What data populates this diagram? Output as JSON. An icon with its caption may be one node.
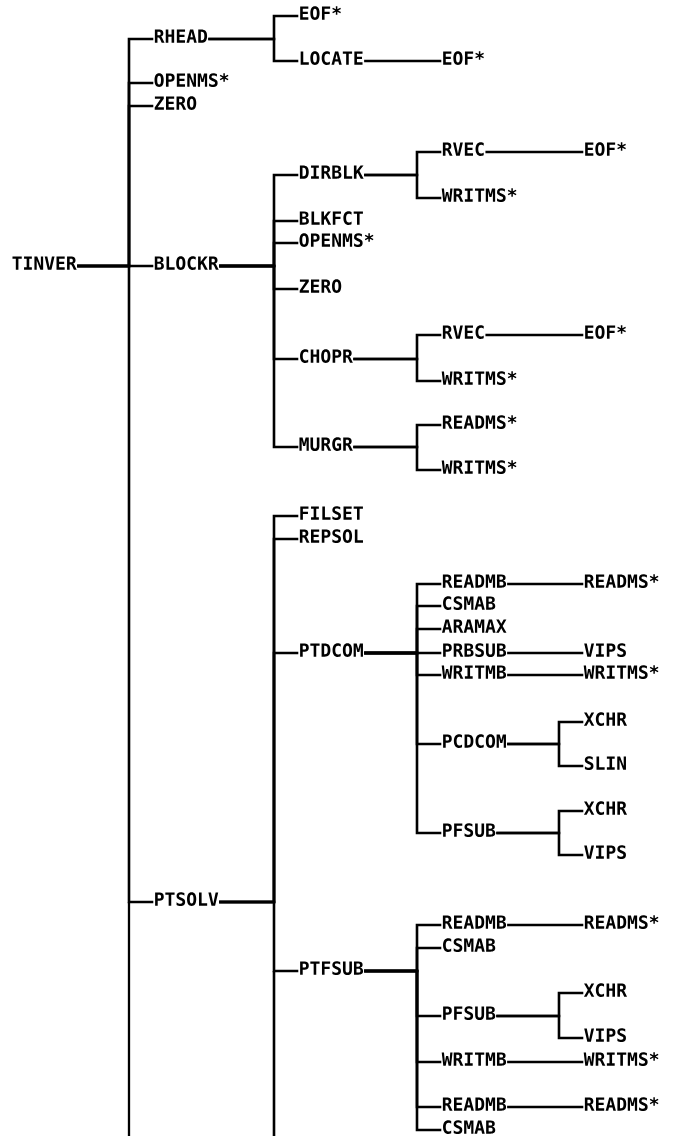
{
  "diagram": {
    "nodes": [
      {
        "text": [
          "TINVER"
        ]
      },
      {
        "text": [
          "RHEAD"
        ]
      },
      {
        "text": [
          "EOF*"
        ]
      },
      {
        "text": [
          "LOCATE"
        ]
      },
      {
        "text": [
          "EOF*"
        ]
      },
      {
        "text": [
          "OPENMS*"
        ]
      },
      {
        "text": [
          "ZERO"
        ]
      },
      {
        "text": [
          "BLOCKR"
        ]
      },
      {
        "text": [
          "DIRBLK"
        ]
      },
      {
        "text": [
          "RVEC"
        ]
      },
      {
        "text": [
          "EOF*"
        ]
      },
      {
        "text": [
          "WRITMS*"
        ]
      },
      {
        "text": [
          "BLKFCT"
        ]
      },
      {
        "text": [
          "OPENMS*"
        ]
      },
      {
        "text": [
          "ZERO"
        ]
      },
      {
        "text": [
          "CHOPR"
        ]
      },
      {
        "text": [
          "RVEC"
        ]
      },
      {
        "text": [
          "EOF*"
        ]
      },
      {
        "text": [
          "WRITMS*"
        ]
      },
      {
        "text": [
          "MURGR"
        ]
      },
      {
        "text": [
          "READMS*"
        ]
      },
      {
        "text": [
          "WRITMS*"
        ]
      },
      {
        "text": [
          "PTSOLV"
        ]
      },
      {
        "text": [
          "FILSET"
        ]
      },
      {
        "text": [
          "REPSOL"
        ]
      },
      {
        "text": [
          "PTDCOM"
        ]
      },
      {
        "text": [
          "READMB"
        ]
      },
      {
        "text": [
          "READMS*"
        ]
      },
      {
        "text": [
          "CSMAB"
        ]
      },
      {
        "text": [
          "ARAMAX"
        ]
      },
      {
        "text": [
          "PRBSUB"
        ]
      },
      {
        "text": [
          "VIPS"
        ]
      },
      {
        "text": [
          "WRITMB"
        ]
      },
      {
        "text": [
          "WRITMS*"
        ]
      },
      {
        "text": [
          "PCDCOM"
        ]
      },
      {
        "text": [
          "XCHR"
        ]
      },
      {
        "text": [
          "SLIN"
        ]
      },
      {
        "text": [
          "PFSUB"
        ]
      },
      {
        "text": [
          "XCHR"
        ]
      },
      {
        "text": [
          "VIPS"
        ]
      },
      {
        "text": [
          "PTFSUB"
        ]
      },
      {
        "text": [
          "READMB"
        ]
      },
      {
        "text": [
          "READMS*"
        ]
      },
      {
        "text": [
          "CSMAB"
        ]
      },
      {
        "text": [
          "PFSUB"
        ]
      },
      {
        "text": [
          "XCHR"
        ]
      },
      {
        "text": [
          "VIPS"
        ]
      },
      {
        "text": [
          "WRITMB"
        ]
      },
      {
        "text": [
          "WRITMS*"
        ]
      },
      {
        "text": [
          "READMB"
        ]
      },
      {
        "text": [
          "READMS*"
        ]
      },
      {
        "text": [
          "CSMAB"
        ]
      }
    ],
    "edges": [
      {
        "from": 0,
        "to": 1,
        "arrow": "none"
      },
      {
        "from": 1,
        "to": 2,
        "arrow": "none"
      },
      {
        "from": 1,
        "to": 3,
        "arrow": "none"
      },
      {
        "from": 3,
        "to": 4,
        "arrow": "none"
      },
      {
        "from": 0,
        "to": 5,
        "arrow": "none"
      },
      {
        "from": 0,
        "to": 6,
        "arrow": "none"
      },
      {
        "from": 0,
        "to": 7,
        "arrow": "none"
      },
      {
        "from": 7,
        "to": 8,
        "arrow": "none"
      },
      {
        "from": 8,
        "to": 9,
        "arrow": "none"
      },
      {
        "from": 9,
        "to": 10,
        "arrow": "none"
      },
      {
        "from": 8,
        "to": 11,
        "arrow": "none"
      },
      {
        "from": 7,
        "to": 12,
        "arrow": "none"
      },
      {
        "from": 7,
        "to": 13,
        "arrow": "none"
      },
      {
        "from": 7,
        "to": 14,
        "arrow": "none"
      },
      {
        "from": 7,
        "to": 15,
        "arrow": "none"
      },
      {
        "from": 15,
        "to": 16,
        "arrow": "none"
      },
      {
        "from": 16,
        "to": 17,
        "arrow": "none"
      },
      {
        "from": 15,
        "to": 18,
        "arrow": "none"
      },
      {
        "from": 7,
        "to": 19,
        "arrow": "none"
      },
      {
        "from": 19,
        "to": 20,
        "arrow": "none"
      },
      {
        "from": 19,
        "to": 21,
        "arrow": "none"
      },
      {
        "from": 0,
        "to": 22,
        "arrow": "none"
      },
      {
        "from": 22,
        "to": 23,
        "arrow": "none"
      },
      {
        "from": 22,
        "to": 24,
        "arrow": "none"
      },
      {
        "from": 22,
        "to": 25,
        "arrow": "none"
      },
      {
        "from": 25,
        "to": 26,
        "arrow": "none"
      },
      {
        "from": 26,
        "to": 27,
        "arrow": "none"
      },
      {
        "from": 25,
        "to": 28,
        "arrow": "none"
      },
      {
        "from": 25,
        "to": 29,
        "arrow": "none"
      },
      {
        "from": 25,
        "to": 30,
        "arrow": "none"
      },
      {
        "from": 30,
        "to": 31,
        "arrow": "none"
      },
      {
        "from": 25,
        "to": 32,
        "arrow": "none"
      },
      {
        "from": 32,
        "to": 33,
        "arrow": "none"
      },
      {
        "from": 25,
        "to": 34,
        "arrow": "none"
      },
      {
        "from": 34,
        "to": 35,
        "arrow": "none"
      },
      {
        "from": 34,
        "to": 36,
        "arrow": "none"
      },
      {
        "from": 25,
        "to": 37,
        "arrow": "none"
      },
      {
        "from": 37,
        "to": 38,
        "arrow": "none"
      },
      {
        "from": 37,
        "to": 39,
        "arrow": "none"
      },
      {
        "from": 22,
        "to": 40,
        "arrow": "none"
      },
      {
        "from": 40,
        "to": 41,
        "arrow": "none"
      },
      {
        "from": 41,
        "to": 42,
        "arrow": "none"
      },
      {
        "from": 40,
        "to": 43,
        "arrow": "none"
      },
      {
        "from": 40,
        "to": 44,
        "arrow": "none"
      },
      {
        "from": 44,
        "to": 45,
        "arrow": "none"
      },
      {
        "from": 44,
        "to": 46,
        "arrow": "none"
      },
      {
        "from": 40,
        "to": 47,
        "arrow": "none"
      },
      {
        "from": 47,
        "to": 48,
        "arrow": "none"
      },
      {
        "from": 40,
        "to": 49,
        "arrow": "none"
      },
      {
        "from": 49,
        "to": 50,
        "arrow": "none"
      },
      {
        "from": 40,
        "to": 51,
        "arrow": "none"
      }
    ]
  }
}
